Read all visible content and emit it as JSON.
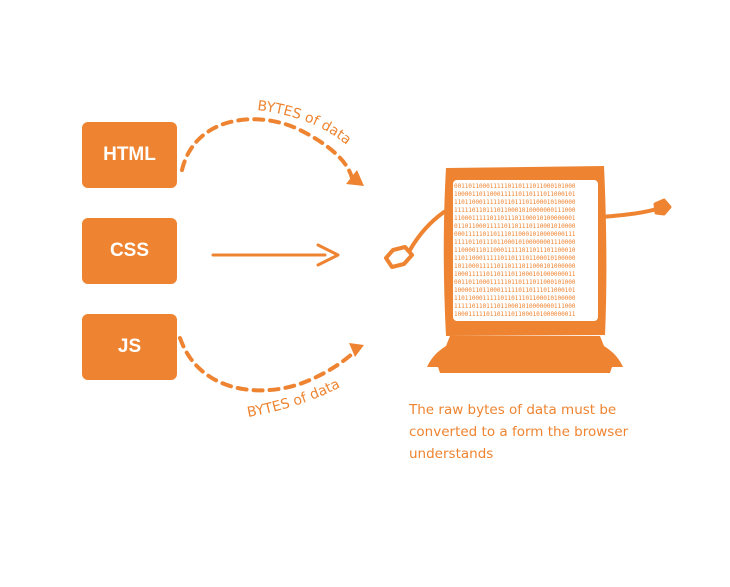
{
  "colors": {
    "accent": "#EE8431",
    "background": "#FFFFFF"
  },
  "boxes": [
    {
      "label": "HTML"
    },
    {
      "label": "CSS"
    },
    {
      "label": "JS"
    }
  ],
  "arrows": {
    "top_label": "BYTES of data",
    "bottom_label": "BYTES of data"
  },
  "computer": {
    "icon": "computer-character-icon",
    "binary_lines": [
      "0011011000111110110111011000101000",
      "1000011011000111110110111011000101",
      "1101100011111011011101100010100000",
      "1111101101110110001010000000111000",
      "1100011111011011101100010100000001",
      "0110110001111101101110110001010000",
      "0001111101101110110001010000000111",
      "1111011011101100010100000001110000",
      "1100001101100011111011011101100010",
      "1101100011111011011101100010100000",
      "1011000111110110111011000101000000",
      "1000111110110111011000101000000011",
      "0011011000111110110111011000101000",
      "1000011011000111110110111011000101",
      "1101100011111011011101100010100000",
      "1111101101110110001010000000111000",
      "1000111110110111011000101000000011"
    ]
  },
  "caption": "The raw bytes of data must be converted to a form the browser understands"
}
